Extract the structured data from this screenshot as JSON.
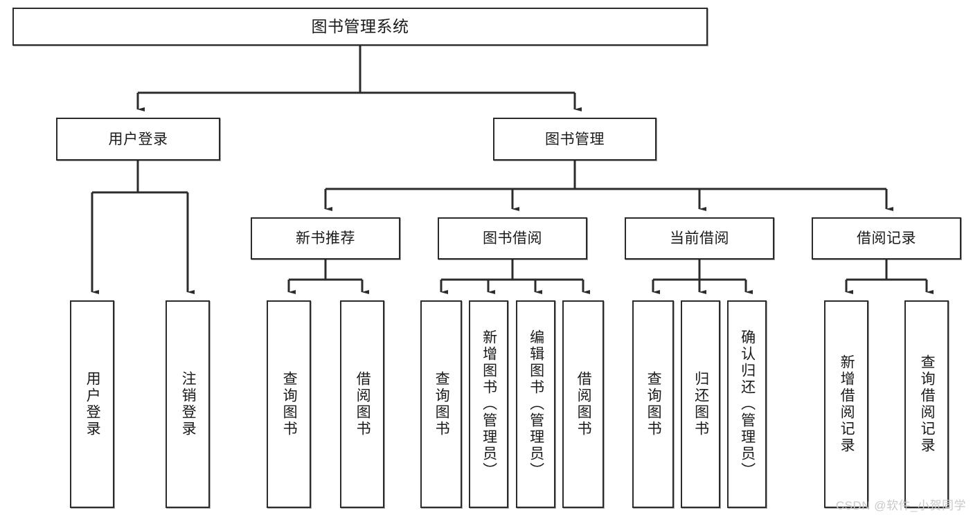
{
  "diagram": {
    "type": "tree-hierarchy-chart",
    "root": {
      "id": "root",
      "label": "图书管理系统"
    },
    "level2": [
      {
        "id": "user-login",
        "label": "用户登录"
      },
      {
        "id": "book-management",
        "label": "图书管理"
      }
    ],
    "level3": [
      {
        "id": "new-book-recommend",
        "label": "新书推荐",
        "parent": "book-management"
      },
      {
        "id": "book-borrow",
        "label": "图书借阅",
        "parent": "book-management"
      },
      {
        "id": "current-borrow",
        "label": "当前借阅",
        "parent": "book-management"
      },
      {
        "id": "borrow-record",
        "label": "借阅记录",
        "parent": "book-management"
      }
    ],
    "leaves": {
      "user_login": [
        {
          "id": "leaf-user-login",
          "label": "用户登录"
        },
        {
          "id": "leaf-user-logout",
          "label": "注销登录"
        }
      ],
      "new_book_recommend": [
        {
          "id": "leaf-query-book-1",
          "label": "查询图书"
        },
        {
          "id": "leaf-borrow-book-1",
          "label": "借阅图书"
        }
      ],
      "book_borrow": [
        {
          "id": "leaf-query-book-2",
          "label": "查询图书"
        },
        {
          "id": "leaf-add-book",
          "label": "新增图书（管理员）"
        },
        {
          "id": "leaf-edit-book",
          "label": "编辑图书（管理员）"
        },
        {
          "id": "leaf-borrow-book-2",
          "label": "借阅图书"
        }
      ],
      "current_borrow": [
        {
          "id": "leaf-query-book-3",
          "label": "查询图书"
        },
        {
          "id": "leaf-return-book",
          "label": "归还图书"
        },
        {
          "id": "leaf-confirm-return",
          "label": "确认归还（管理员）"
        }
      ],
      "borrow_record": [
        {
          "id": "leaf-add-record",
          "label": "新增借阅记录"
        },
        {
          "id": "leaf-query-record",
          "label": "查询借阅记录"
        }
      ]
    }
  },
  "watermark": {
    "text": "CSDN @软件_小贺同学"
  },
  "colors": {
    "stroke": "#2b2b2b",
    "fill": "#ffffff",
    "text": "#1a1a1a",
    "watermark": "#c9c9c9"
  }
}
